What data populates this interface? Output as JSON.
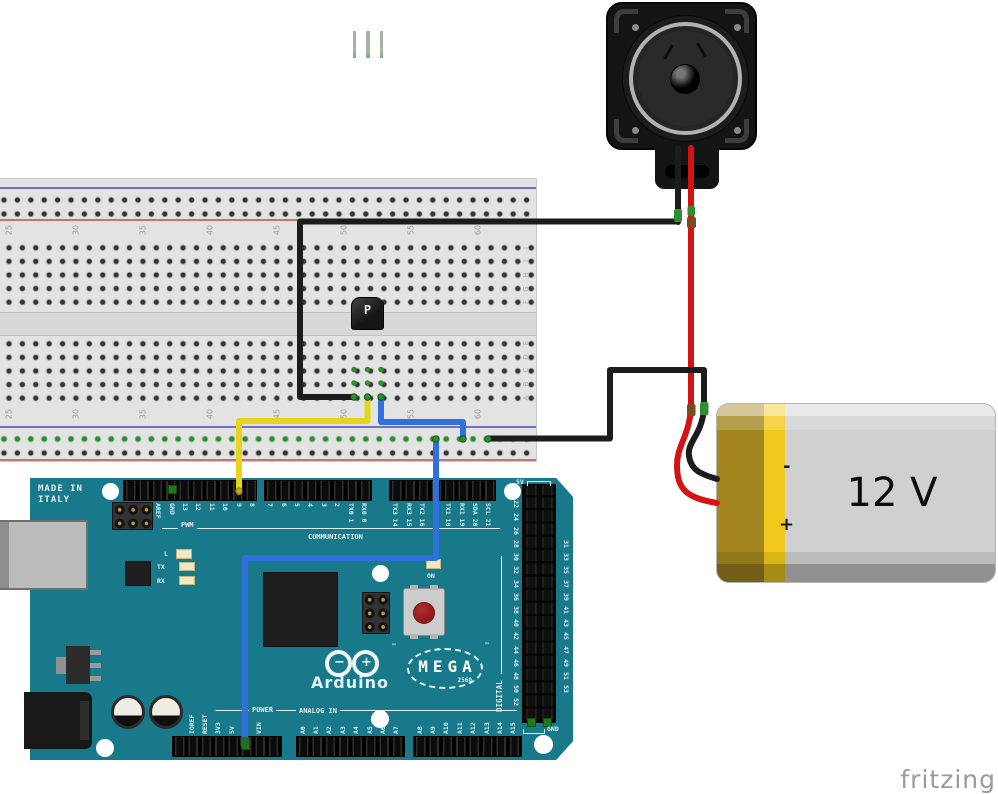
{
  "watermark": "fritzing",
  "colors": {
    "wire_black": "#1c1c1c",
    "wire_red": "#d41414",
    "wire_yellow": "#e9d41c",
    "wire_blue": "#3070dd",
    "connector_green": "#2f8f2f",
    "connector_green_dark": "#14541a",
    "connector_brown": "#7a4a20",
    "board_teal": "#17798a",
    "battery_gold": "#a3861f",
    "battery_yellow": "#f2c91d"
  },
  "breadboard": {
    "columns": [
      "25",
      "30",
      "35",
      "40",
      "45",
      "50",
      "55",
      "60"
    ],
    "rows_top": [
      "J",
      "I",
      "H",
      "G",
      "F"
    ],
    "rows_bottom": [
      "E",
      "D",
      "C",
      "B",
      "A"
    ]
  },
  "transistor": {
    "label": "P"
  },
  "battery": {
    "voltage": "12 V",
    "minus_label": "-",
    "plus_label": "+"
  },
  "arduino": {
    "made_in_line1": "MADE IN",
    "made_in_line2": "ITALY",
    "brand": "Arduino",
    "brand_tm": "™",
    "model": "MEGA",
    "model_number": "2560",
    "pwm_label": "PWM",
    "communication_label": "COMMUNICATION",
    "digital_label": "DIGITAL",
    "power_label": "POWER",
    "analog_label": "ANALOG IN",
    "led_l": "L",
    "led_tx": "TX",
    "led_rx": "RX",
    "led_on": "ON",
    "label_5v": "5V",
    "label_gnd": "GND",
    "top_pins_a": [
      "AREF",
      "GND",
      "13",
      "12",
      "11",
      "10",
      "9",
      "8"
    ],
    "top_pins_b": [
      "7",
      "6",
      "5",
      "4",
      "3",
      "2",
      "TX0 1",
      "RX0 0"
    ],
    "top_pins_c": [
      "TX3 14",
      "RX3 15",
      "TX2 16",
      ""
    ],
    "top_pins_d": [
      "TX1 18",
      "RX1 19",
      "SDA 20",
      "SCL 21"
    ],
    "digital_left": [
      "22",
      "24",
      "26",
      "28",
      "30",
      "32",
      "34",
      "36",
      "38",
      "40",
      "42",
      "44",
      "46",
      "48",
      "50",
      "52"
    ],
    "digital_right": [
      "31",
      "33",
      "35",
      "37",
      "39",
      "41",
      "43",
      "45",
      "47",
      "49",
      "51",
      "53"
    ],
    "power_pins": [
      "IOREF",
      "RESET",
      "3V3",
      "5V",
      "GND",
      "VIN"
    ],
    "analog_pins_a": [
      "A0",
      "A1",
      "A2",
      "A3",
      "A4",
      "A5",
      "A6",
      "A7"
    ],
    "analog_pins_b": [
      "A8",
      "A9",
      "A10",
      "A11",
      "A12",
      "A13",
      "A14",
      "A15"
    ]
  }
}
